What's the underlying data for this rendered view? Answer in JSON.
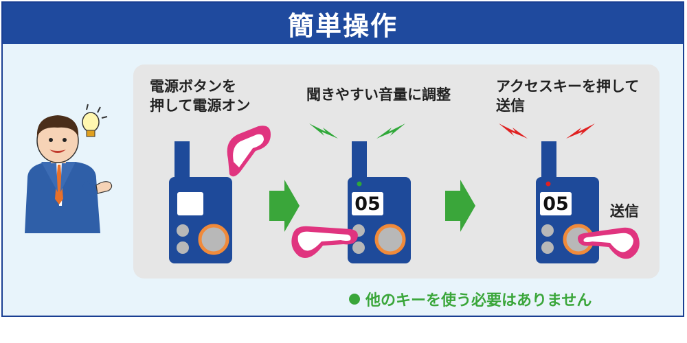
{
  "header": {
    "title": "簡単操作"
  },
  "steps": [
    {
      "label_line1": "電源ボタンを",
      "label_line2": "押して電源オン"
    },
    {
      "label_line1": "聞きやすい音量に調整",
      "label_line2": ""
    },
    {
      "label_line1": "アクセスキーを押して",
      "label_line2": "送信"
    }
  ],
  "devices": [
    {
      "display": ""
    },
    {
      "display": "05"
    },
    {
      "display": "05",
      "side_label": "送信"
    }
  ],
  "footer": {
    "note": "他のキーを使う必要はありません"
  },
  "colors": {
    "header_bg": "#1f4a9e",
    "device_body": "#1e4a9a",
    "arrow_green": "#3aa63a",
    "hand_pink": "#e0347f",
    "signal_green": "#2fa838",
    "signal_red": "#e02020",
    "ptt_button": "#f08a3a"
  }
}
